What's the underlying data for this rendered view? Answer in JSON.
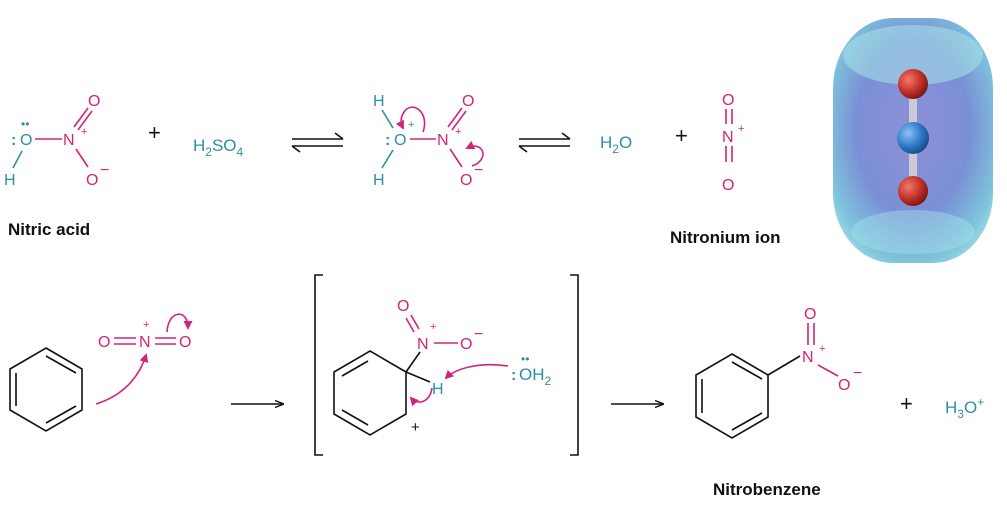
{
  "atoms": {
    "O": "O",
    "N": "N",
    "H": "H",
    "plus": "+",
    "minus": "−",
    "lone_pair": ":",
    "lone_pair_top": "••"
  },
  "reagents": {
    "sulfuric_acid": {
      "main": "H",
      "sub1": "2",
      "mid": "SO",
      "sub2": "4"
    },
    "water": {
      "main": "H",
      "sub1": "2",
      "end": "O"
    },
    "water_ligand": {
      "main": "OH",
      "sub": "2"
    },
    "hydronium": {
      "main": "H",
      "sub": "3",
      "mid": "O",
      "sup": "+"
    }
  },
  "operators": {
    "plus_sign": "+"
  },
  "names": {
    "nitric_acid": "Nitric acid",
    "nitronium_ion": "Nitronium ion",
    "nitrobenzene": "Nitrobenzene"
  },
  "colors": {
    "nitrogen_group": "#d4237a",
    "other_species": "#2b8fa8",
    "text": "#111111",
    "model_surface": "#7aa6d6",
    "model_oxygen": "#c2302a",
    "model_nitrogen": "#2f78c8"
  }
}
